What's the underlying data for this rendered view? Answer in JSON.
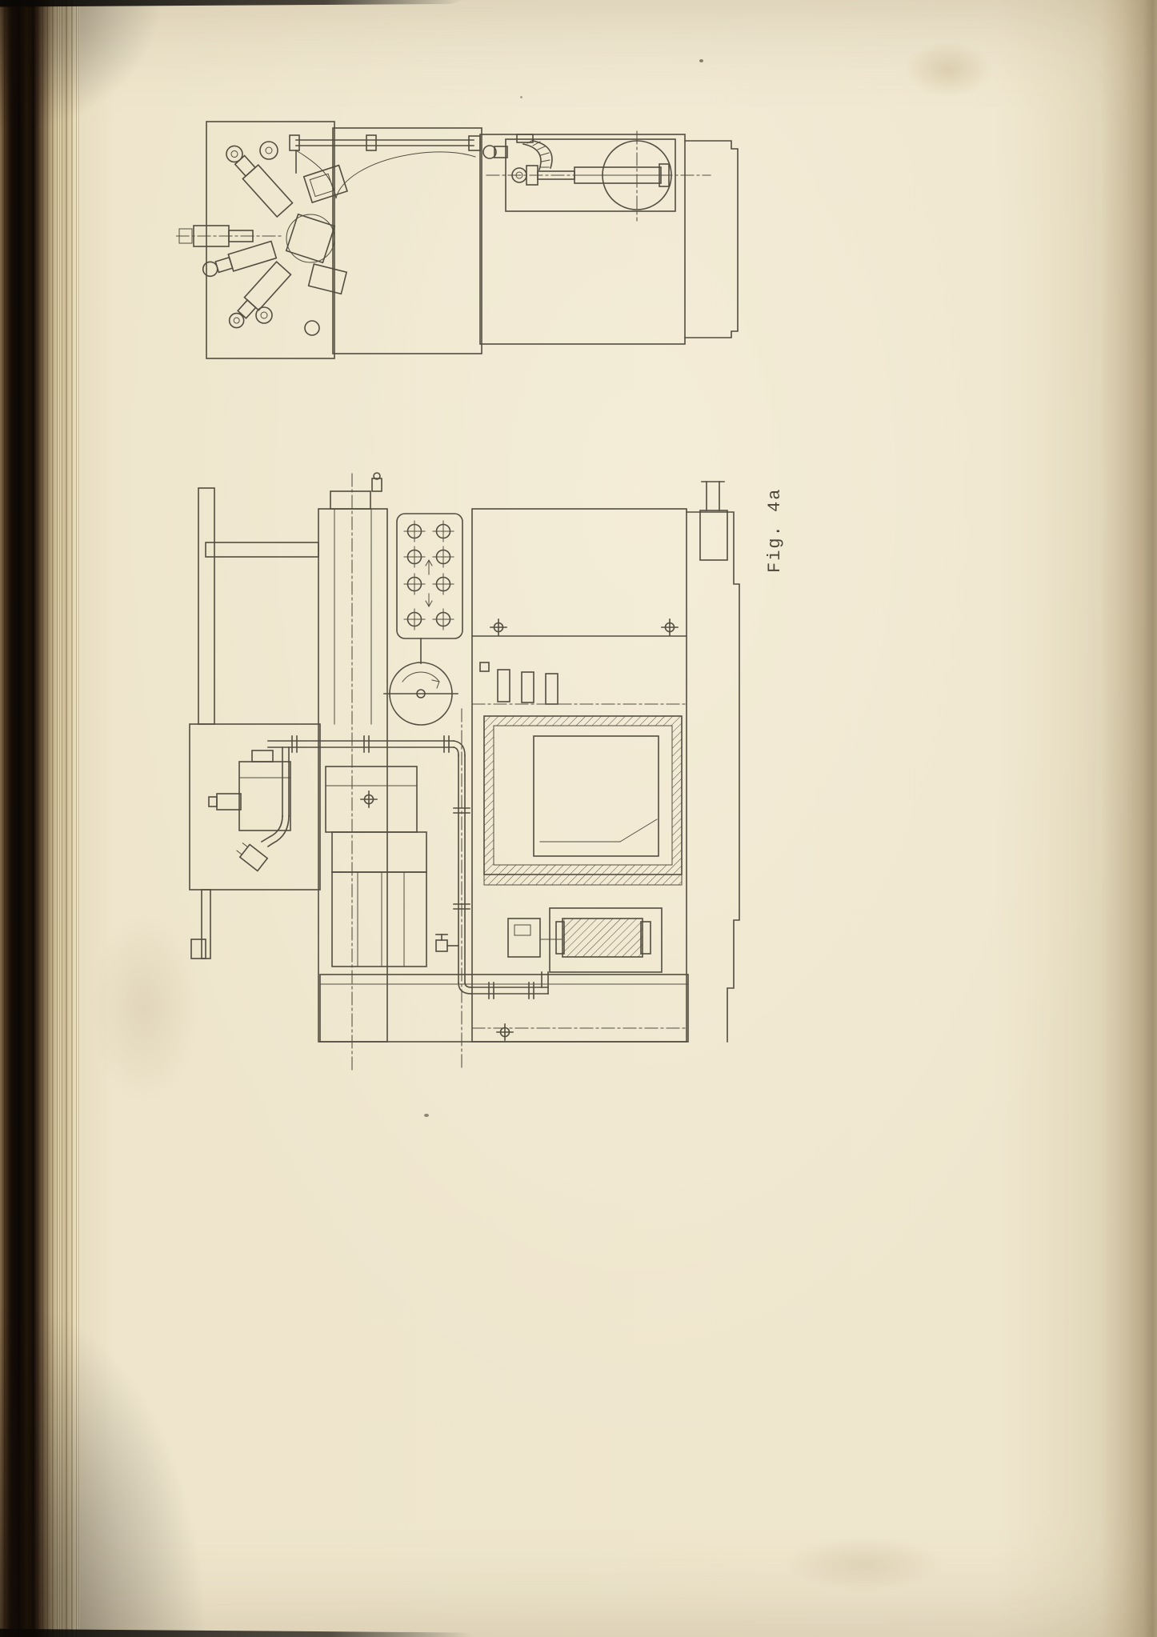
{
  "figure": {
    "label": "Fig. 4a"
  },
  "colors": {
    "paper": "#ece2c6",
    "ink": "#3d382d",
    "binding": "#150e08"
  },
  "drawings": [
    {
      "name": "machine-plan-view"
    },
    {
      "name": "machine-front-elevation"
    }
  ]
}
